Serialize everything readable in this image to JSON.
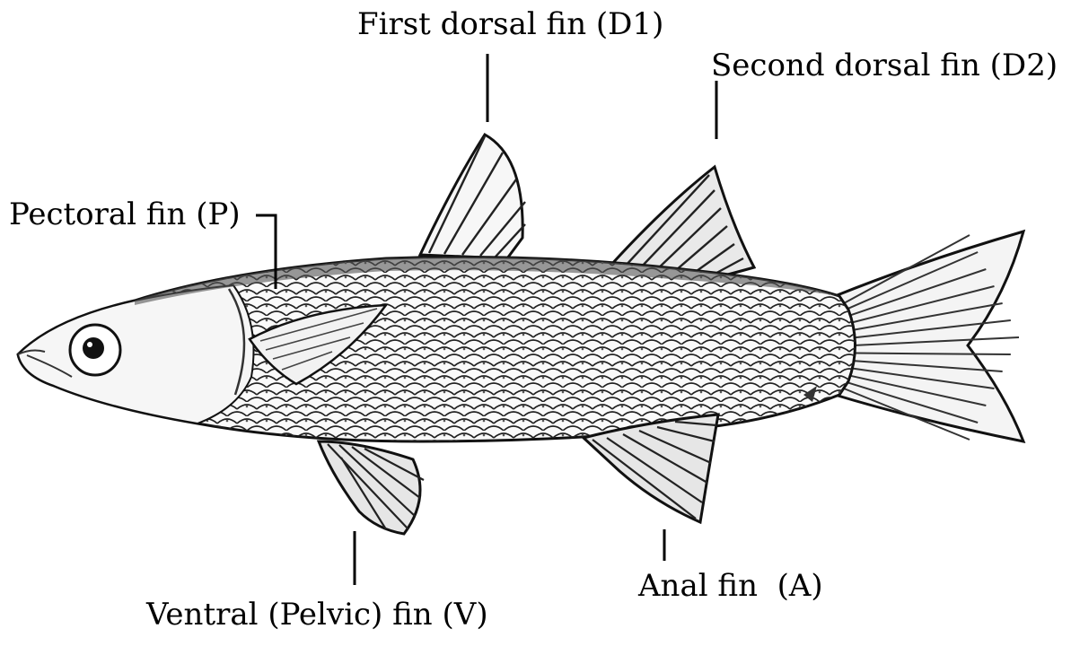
{
  "labels": {
    "first_dorsal": "First dorsal fin (D1)",
    "second_dorsal": "Second dorsal fin (D2)",
    "pectoral": "Pectoral fin (P)",
    "ventral": "Ventral (Pelvic) fin (V)",
    "anal": "Anal fin  (A)"
  },
  "colors": {
    "ink": "#000000",
    "background": "#ffffff"
  }
}
